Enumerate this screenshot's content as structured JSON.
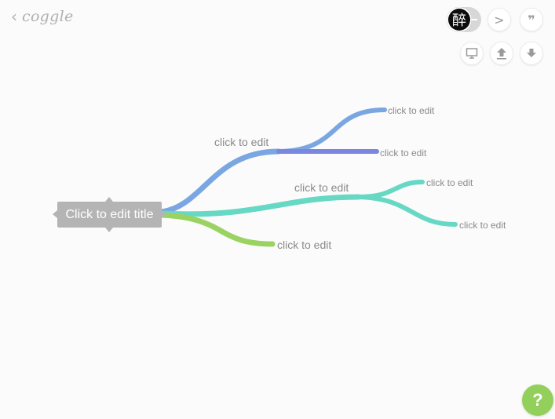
{
  "app": {
    "logo_text": "coggle",
    "back_icon": "chevron-left-icon"
  },
  "toolbar": {
    "avatar_glyph": "醉",
    "share_icon": "chevron-right-icon",
    "quote_icon": "quote-icon",
    "present_icon": "presentation-icon",
    "upload_icon": "upload-icon",
    "download_icon": "download-icon",
    "quote_glyph": "❞",
    "share_glyph": ">"
  },
  "mindmap": {
    "root_label": "Click to edit title",
    "branches": [
      {
        "label": "click to edit",
        "color": "#7aa6e2",
        "children": [
          {
            "label": "click to edit",
            "color": "#7aa6e2"
          },
          {
            "label": "click to edit",
            "color": "#7a86e0"
          }
        ]
      },
      {
        "label": "click to edit",
        "color": "#66d8c4",
        "children": [
          {
            "label": "click to edit",
            "color": "#66d8c4"
          },
          {
            "label": "click to edit",
            "color": "#66d8c4"
          }
        ]
      },
      {
        "label": "click to edit",
        "color": "#9bd363",
        "children": []
      }
    ]
  },
  "help": {
    "label": "?"
  },
  "colors": {
    "root_bg": "#b4b4b4",
    "help_bg": "#93cf5b",
    "background": "#fbfbfb"
  }
}
